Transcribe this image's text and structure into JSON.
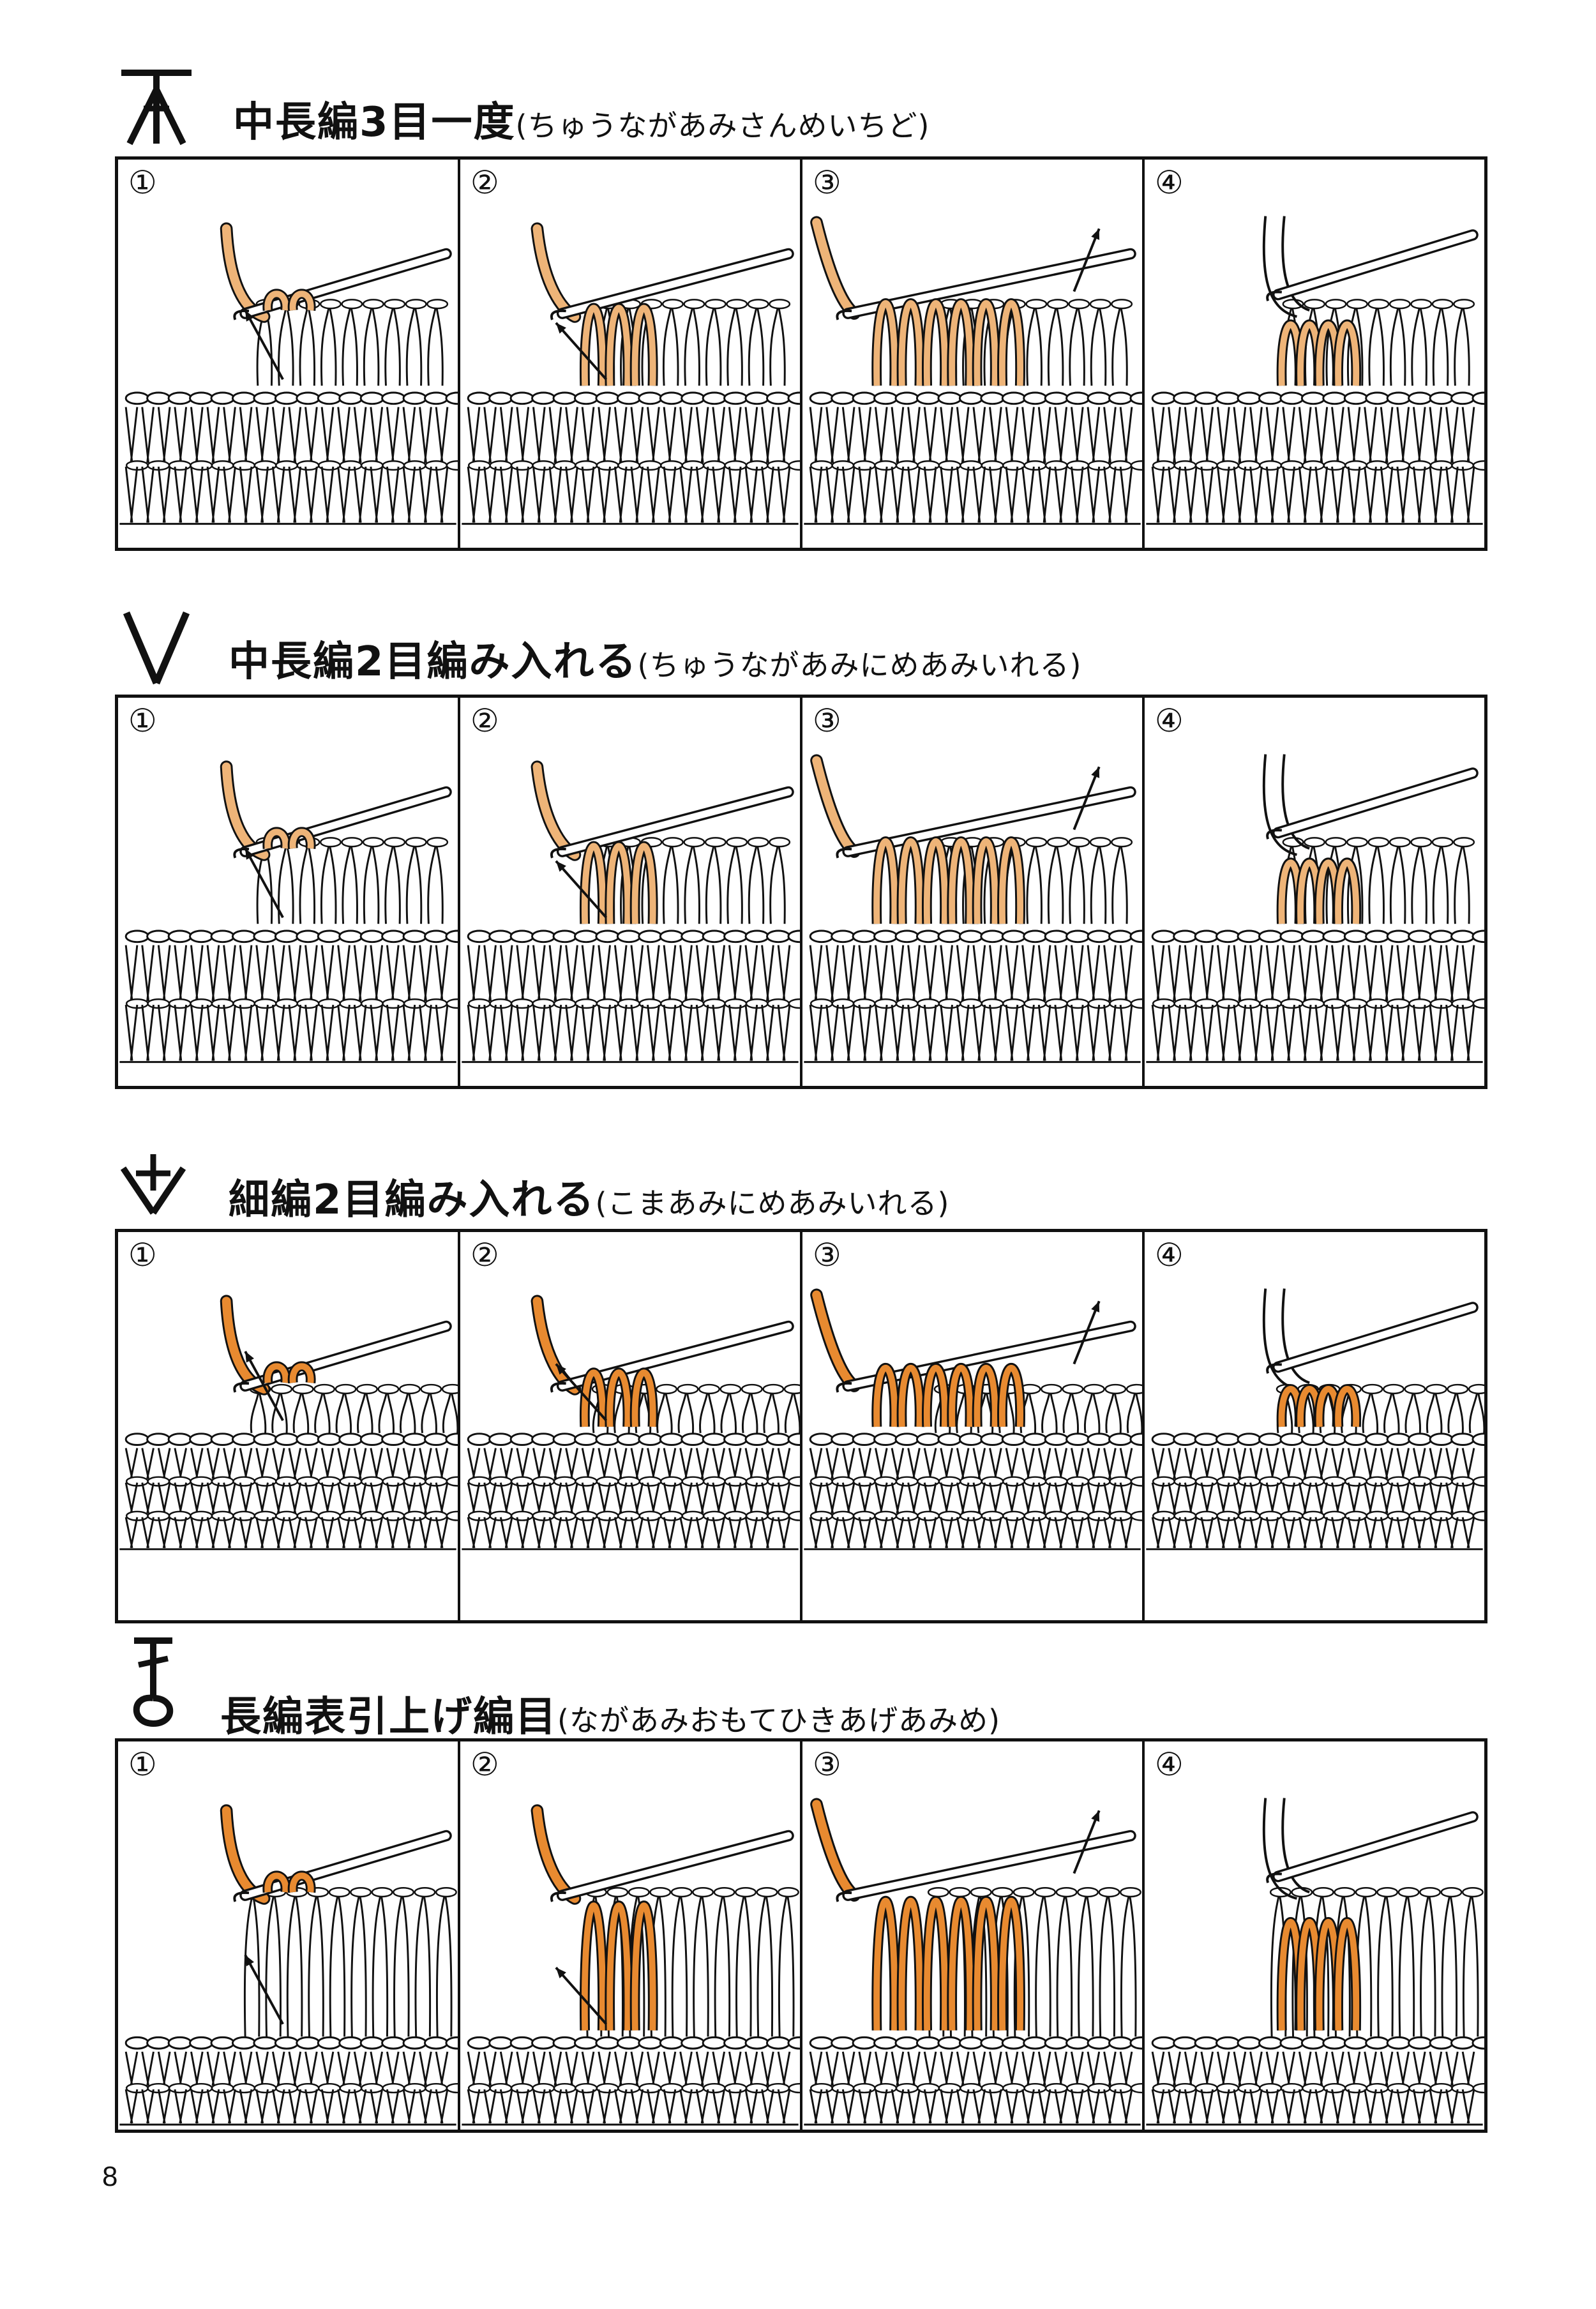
{
  "colors": {
    "yarn": "#eeb478",
    "yarn_alt": "#e88a30",
    "ink": "#111111"
  },
  "sections": [
    {
      "symbol_name": "hdc3tog-symbol",
      "title": "中長編3目一度",
      "reading": "(ちゅうながあみさんめいちど)",
      "steps": [
        "①",
        "②",
        "③",
        "④"
      ]
    },
    {
      "symbol_name": "hdc-increase-symbol",
      "title": "中長編2目編み入れる",
      "reading": "(ちゅうながあみにめあみいれる)",
      "steps": [
        "①",
        "②",
        "③",
        "④"
      ]
    },
    {
      "symbol_name": "sc-increase-symbol",
      "title": "細編2目編み入れる",
      "reading": "(こまあみにめあみいれる)",
      "steps": [
        "①",
        "②",
        "③",
        "④"
      ]
    },
    {
      "symbol_name": "front-post-dc-symbol",
      "title": "長編表引上げ編目",
      "reading": "(ながあみおもてひきあげあみめ)",
      "steps": [
        "①",
        "②",
        "③",
        "④"
      ]
    }
  ],
  "page_number": "8"
}
